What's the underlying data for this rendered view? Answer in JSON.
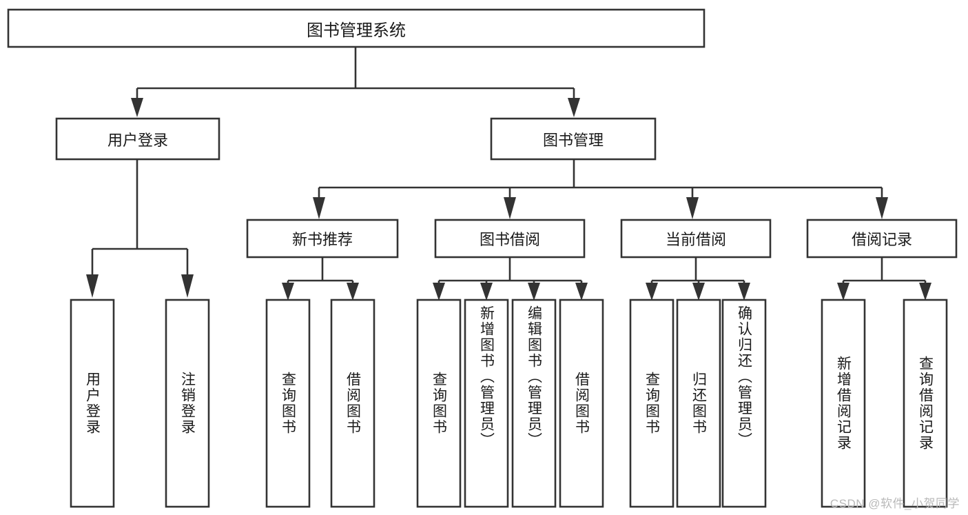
{
  "diagram": {
    "type": "tree-hierarchy",
    "title": "图书管理系统",
    "root": {
      "id": "root",
      "label": "图书管理系统",
      "orientation": "horizontal"
    },
    "level1": [
      {
        "id": "user-login",
        "label": "用户登录",
        "orientation": "horizontal"
      },
      {
        "id": "book-management",
        "label": "图书管理",
        "orientation": "horizontal"
      }
    ],
    "level2": [
      {
        "id": "new-book-recommend",
        "label": "新书推荐",
        "parent": "book-management",
        "orientation": "horizontal"
      },
      {
        "id": "book-borrow",
        "label": "图书借阅",
        "parent": "book-management",
        "orientation": "horizontal"
      },
      {
        "id": "current-borrow",
        "label": "当前借阅",
        "parent": "book-management",
        "orientation": "horizontal"
      },
      {
        "id": "borrow-record",
        "label": "借阅记录",
        "parent": "book-management",
        "orientation": "horizontal"
      }
    ],
    "leaves": [
      {
        "id": "leaf-user-login",
        "label": "用户登录",
        "parent": "user-login",
        "orientation": "vertical"
      },
      {
        "id": "leaf-logout-login",
        "label": "注销登录",
        "parent": "user-login",
        "orientation": "vertical"
      },
      {
        "id": "leaf-query-book-1",
        "label": "查询图书",
        "parent": "new-book-recommend",
        "orientation": "vertical"
      },
      {
        "id": "leaf-borrow-book-1",
        "label": "借阅图书",
        "parent": "new-book-recommend",
        "orientation": "vertical"
      },
      {
        "id": "leaf-query-book-2",
        "label": "查询图书",
        "parent": "book-borrow",
        "orientation": "vertical"
      },
      {
        "id": "leaf-add-book",
        "label": "新增图书（管理员）",
        "parent": "book-borrow",
        "orientation": "vertical"
      },
      {
        "id": "leaf-edit-book",
        "label": "编辑图书（管理员）",
        "parent": "book-borrow",
        "orientation": "vertical"
      },
      {
        "id": "leaf-borrow-book-2",
        "label": "借阅图书",
        "parent": "book-borrow",
        "orientation": "vertical"
      },
      {
        "id": "leaf-query-book-3",
        "label": "查询图书",
        "parent": "current-borrow",
        "orientation": "vertical"
      },
      {
        "id": "leaf-return-book",
        "label": "归还图书",
        "parent": "current-borrow",
        "orientation": "vertical"
      },
      {
        "id": "leaf-confirm-return",
        "label": "确认归还（管理员）",
        "parent": "current-borrow",
        "orientation": "vertical"
      },
      {
        "id": "leaf-add-record",
        "label": "新增借阅记录",
        "parent": "borrow-record",
        "orientation": "vertical"
      },
      {
        "id": "leaf-query-record",
        "label": "查询借阅记录",
        "parent": "borrow-record",
        "orientation": "vertical"
      }
    ],
    "watermark": "CSDN @软件_小贺同学",
    "colors": {
      "stroke": "#333333",
      "fill": "#ffffff",
      "text": "#1a1a1a",
      "watermark": "#b9b9b9",
      "background": "#ffffff"
    }
  }
}
